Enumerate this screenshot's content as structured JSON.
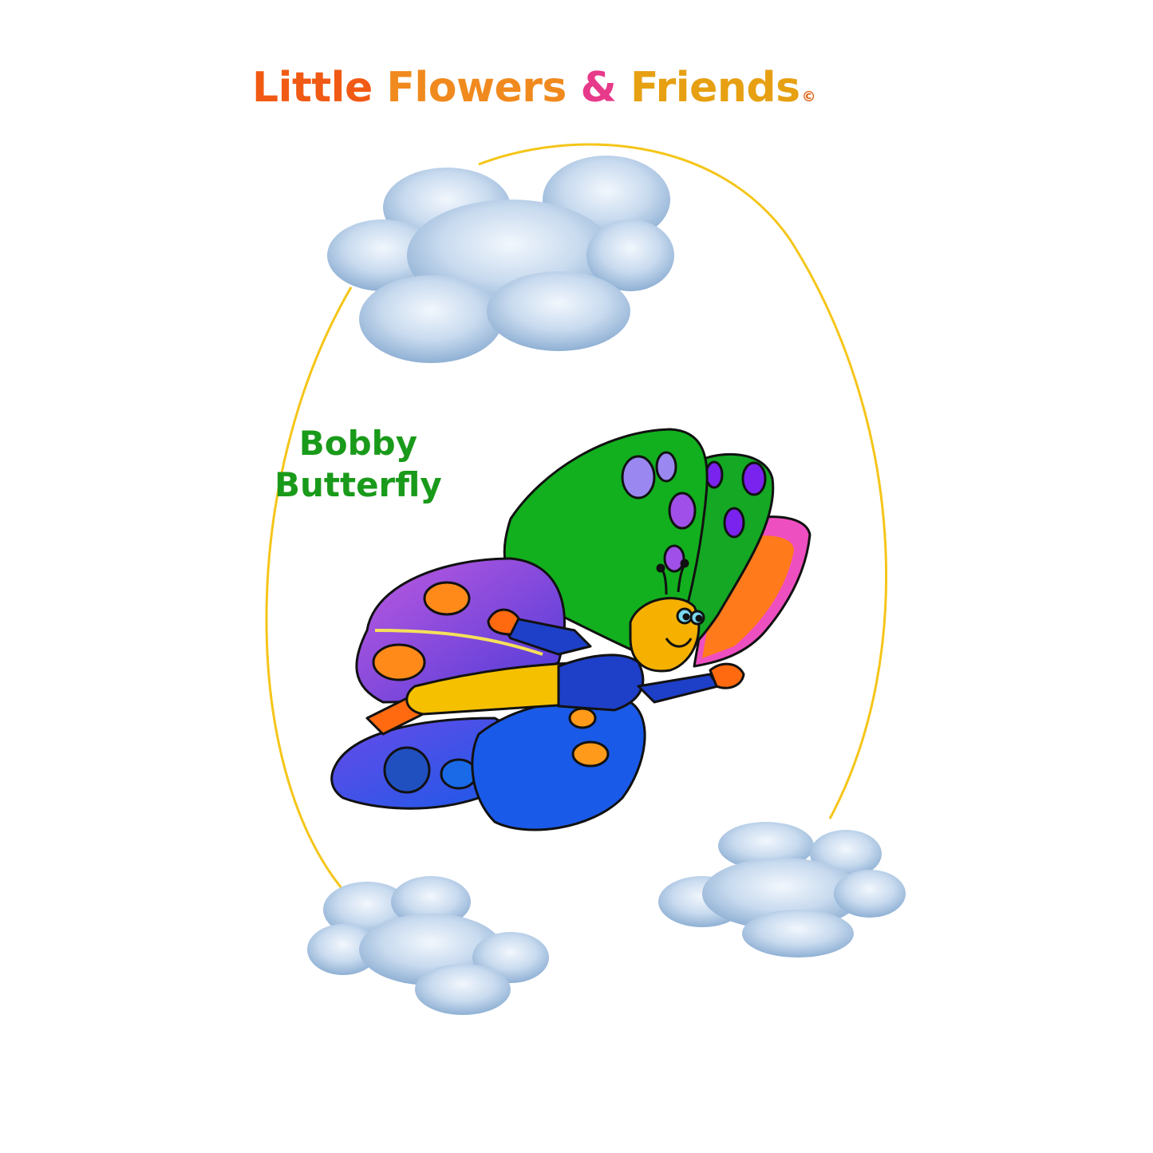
{
  "title": {
    "word1": "Little",
    "word2": "Flowers",
    "ampersand": "&",
    "word3": "Friends",
    "copyright": "©"
  },
  "character": {
    "line1": "Bobby",
    "line2": "Butterfly"
  },
  "colors": {
    "title_orange": "#f05a14",
    "title_amber": "#e6a012",
    "ampersand_pink": "#e83a8a",
    "name_green": "#1a9a1a",
    "sun_ring": "#f5c518",
    "cloud": "#b9cfe6",
    "wing_green": "#12b01e",
    "wing_purple": "#8a3cd8",
    "wing_blue": "#1e4fe0",
    "wing_orange": "#ff7a1a",
    "body_yellow": "#f5c000"
  },
  "icons": [
    "cloud-icon",
    "butterfly-illustration",
    "sun-ring"
  ]
}
